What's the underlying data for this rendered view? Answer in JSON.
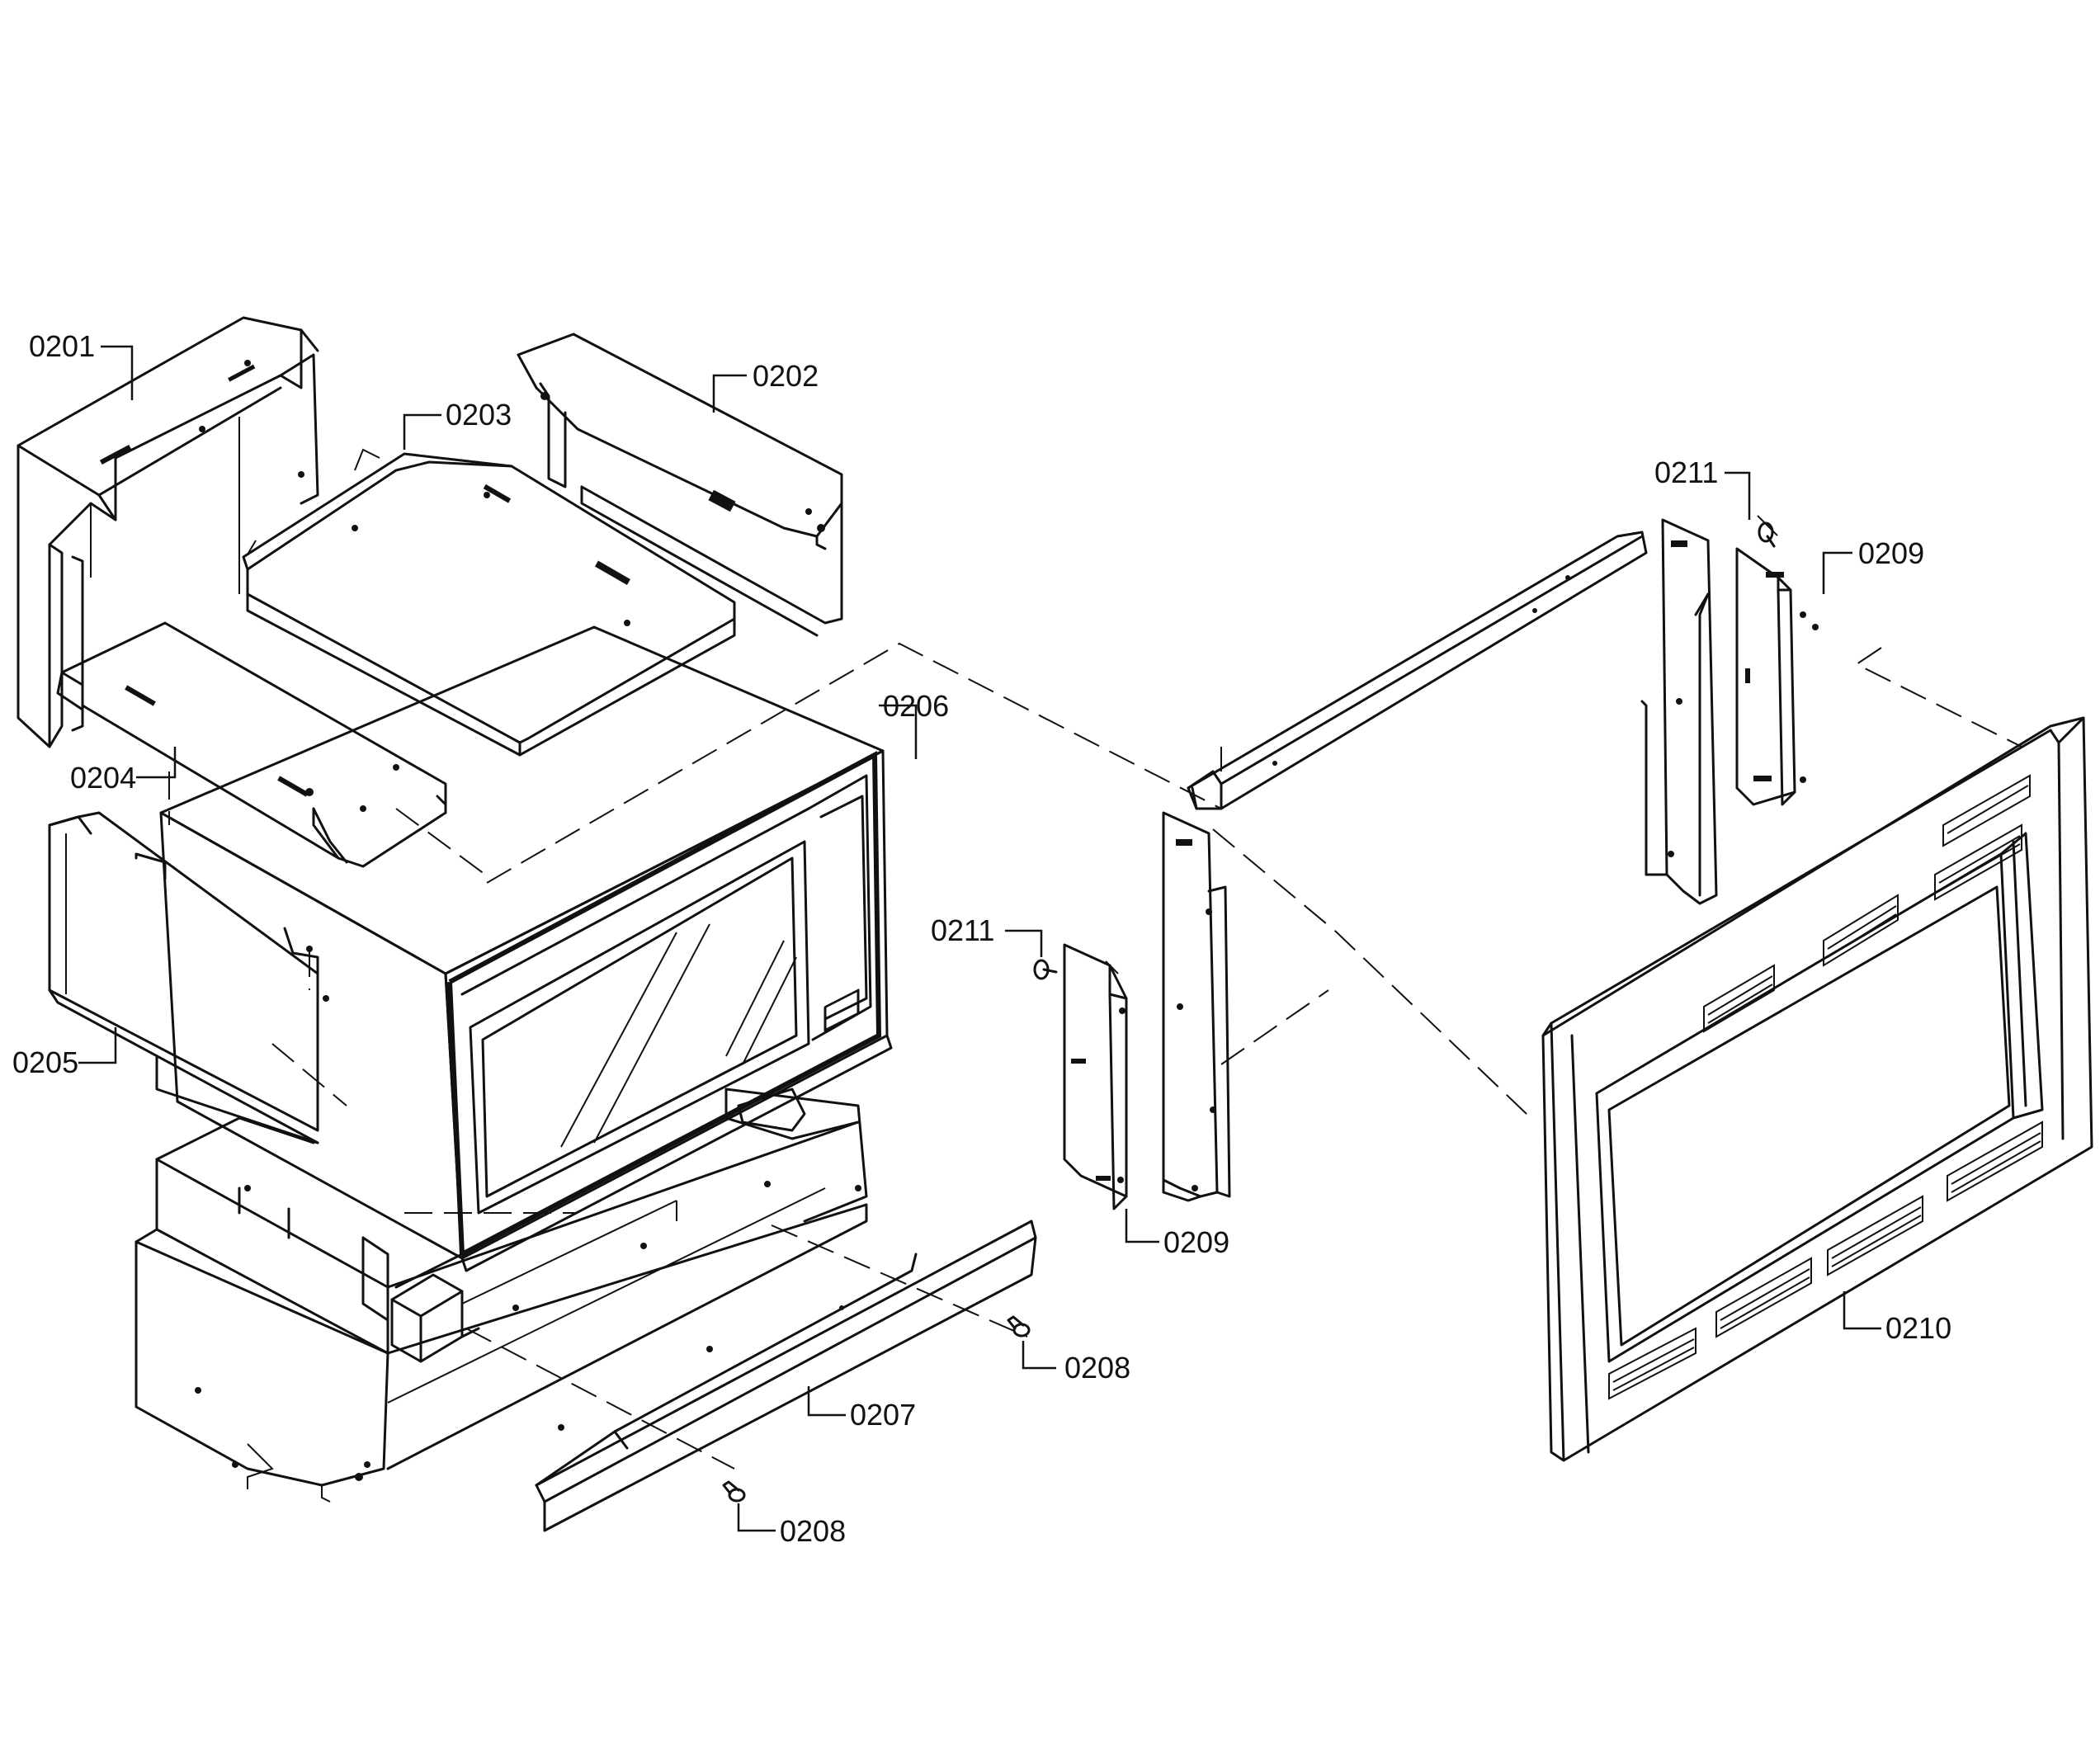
{
  "diagram": {
    "callouts": [
      {
        "id": "c0201",
        "label": "0201"
      },
      {
        "id": "c0202",
        "label": "0202"
      },
      {
        "id": "c0203",
        "label": "0203"
      },
      {
        "id": "c0204",
        "label": "0204"
      },
      {
        "id": "c0205",
        "label": "0205"
      },
      {
        "id": "c0206",
        "label": "0206"
      },
      {
        "id": "c0207",
        "label": "0207"
      },
      {
        "id": "c0208a",
        "label": "0208"
      },
      {
        "id": "c0208b",
        "label": "0208"
      },
      {
        "id": "c0209a",
        "label": "0209"
      },
      {
        "id": "c0209b",
        "label": "0209"
      },
      {
        "id": "c0210",
        "label": "0210"
      },
      {
        "id": "c0211a",
        "label": "0211"
      },
      {
        "id": "c0211b",
        "label": "0211"
      }
    ]
  }
}
